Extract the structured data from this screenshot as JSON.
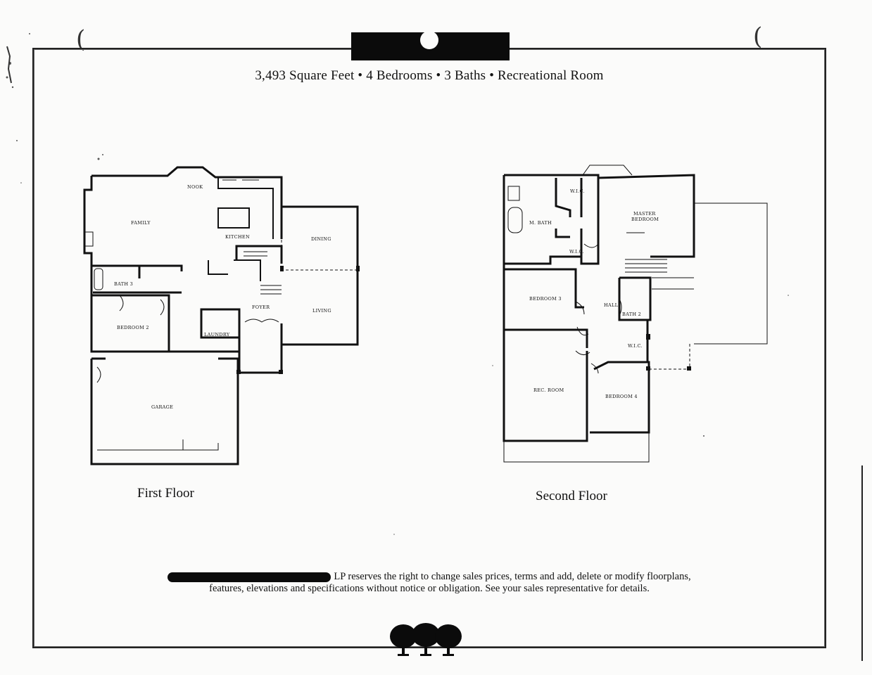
{
  "headline": "3,493 Square Feet • 4 Bedrooms • 3 Baths • Recreational Room",
  "first_floor": {
    "label": "First Floor",
    "rooms": {
      "nook": "NOOK",
      "family": "FAMILY",
      "kitchen": "KITCHEN",
      "dining": "DINING",
      "bath3": "BATH 3",
      "foyer": "FOYER",
      "living": "LIVING",
      "bedroom2": "BEDROOM 2",
      "laundry": "LAUNDRY",
      "garage": "GARAGE"
    }
  },
  "second_floor": {
    "label": "Second Floor",
    "rooms": {
      "wic1": "W.I.C.",
      "master_bedroom_line1": "MASTER",
      "master_bedroom_line2": "BEDROOM",
      "mbath": "M. BATH",
      "wic2": "W.I.C.",
      "bedroom3": "BEDROOM 3",
      "hall": "HALL",
      "bath2": "BATH 2",
      "wic3": "W.I.C.",
      "rec_room": "REC. ROOM",
      "bedroom4": "BEDROOM 4"
    }
  },
  "disclaimer": {
    "line1": "LP reserves the right to change sales prices, terms and add, delete or modify floorplans,",
    "line2": "features, elevations and specifications without notice or obligation. See your sales representative for details."
  }
}
